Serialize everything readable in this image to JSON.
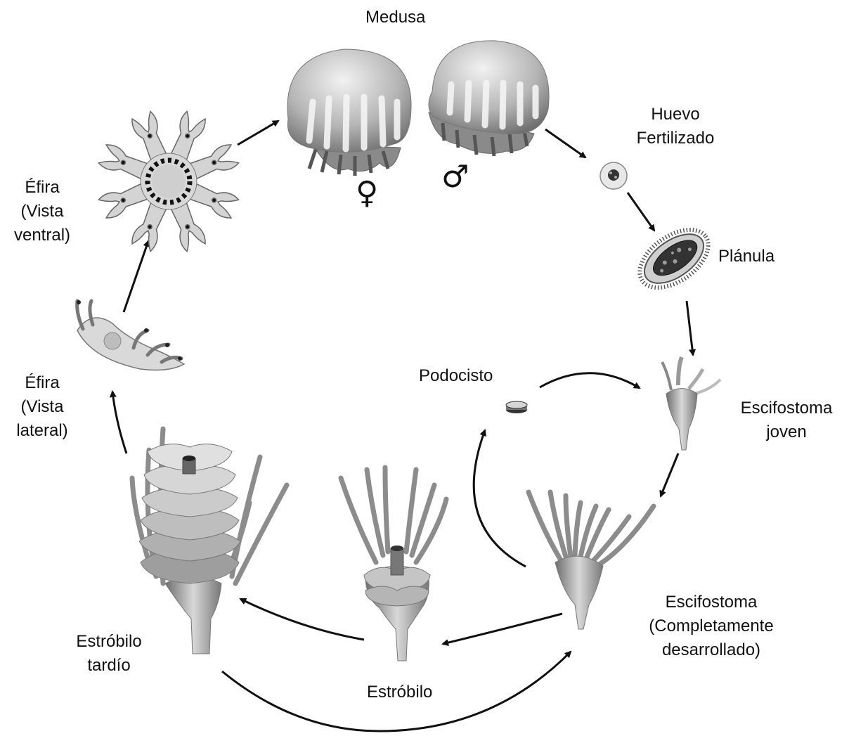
{
  "labels": {
    "medusa": "Medusa",
    "female_symbol": "♀",
    "male_symbol": "♂",
    "egg_line1": "Huevo",
    "egg_line2": "Fertilizado",
    "planula": "Plánula",
    "young_line1": "Escifostoma",
    "young_line2": "joven",
    "podocyst": "Podocisto",
    "full_line1": "Escifostoma",
    "full_line2": "(Completamente",
    "full_line3": "desarrollado)",
    "strobila": "Estróbilo",
    "late_line1": "Estróbilo",
    "late_line2": "tardío",
    "ephyra_lat_line1": "Éfira",
    "ephyra_lat_line2": "(Vista",
    "ephyra_lat_line3": "lateral)",
    "ephyra_ven_line1": "Éfira",
    "ephyra_ven_line2": "(Vista",
    "ephyra_ven_line3": "ventral)"
  },
  "colors": {
    "line": "#111111",
    "organism_dark": "#555555",
    "organism_mid": "#9a9a9a",
    "organism_light": "#dcdcdc"
  }
}
